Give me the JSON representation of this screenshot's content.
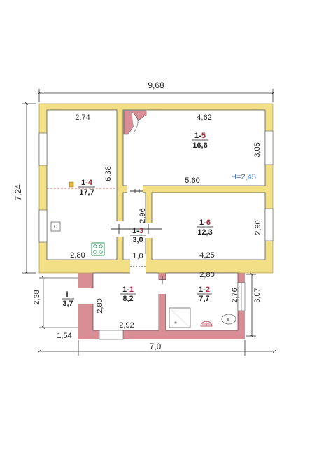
{
  "plan": {
    "height_label": "H=2,45",
    "dimensions": {
      "top_overall": "9,68",
      "left_overall": "7,24",
      "bottom_overall": "7,0",
      "entrance_height": "2,38",
      "entrance_width": "1,54",
      "r4_top": "2,74",
      "r4_side": "6,38",
      "r4_bottom": "2,80",
      "r5_top": "4,62",
      "r5_side": "3,05",
      "r5_bottom": "5,60",
      "r3_side": "2,96",
      "r3_bottom": "1,0",
      "r6_side": "2,90",
      "r6_bottom": "4,25",
      "r2_top": "2,80",
      "r2_side": "2,76",
      "r2_outer": "3,07",
      "r1_side": "2,80",
      "r1_bottom": "2,92"
    },
    "rooms": {
      "r1": {
        "number_prefix": "1-",
        "number_suffix": "1",
        "area": "8,2"
      },
      "r2": {
        "number_prefix": "1-",
        "number_suffix": "2",
        "area": "7,7"
      },
      "r3": {
        "number_prefix": "1-",
        "number_suffix": "3",
        "area": "3,0"
      },
      "r4": {
        "number_prefix": "1-",
        "number_suffix": "4",
        "area": "17,7"
      },
      "r5": {
        "number_prefix": "1-",
        "number_suffix": "5",
        "area": "16,6"
      },
      "r6": {
        "number_prefix": "1-",
        "number_suffix": "6",
        "area": "12,3"
      },
      "entrance": {
        "number": "I",
        "area": "3,7"
      }
    },
    "colors": {
      "wall_main": "#f3df86",
      "wall_annex": "#d98e95",
      "room_fill": "#ffffff",
      "accent_red": "#b0283a",
      "height_blue": "#3a6fb0"
    }
  }
}
